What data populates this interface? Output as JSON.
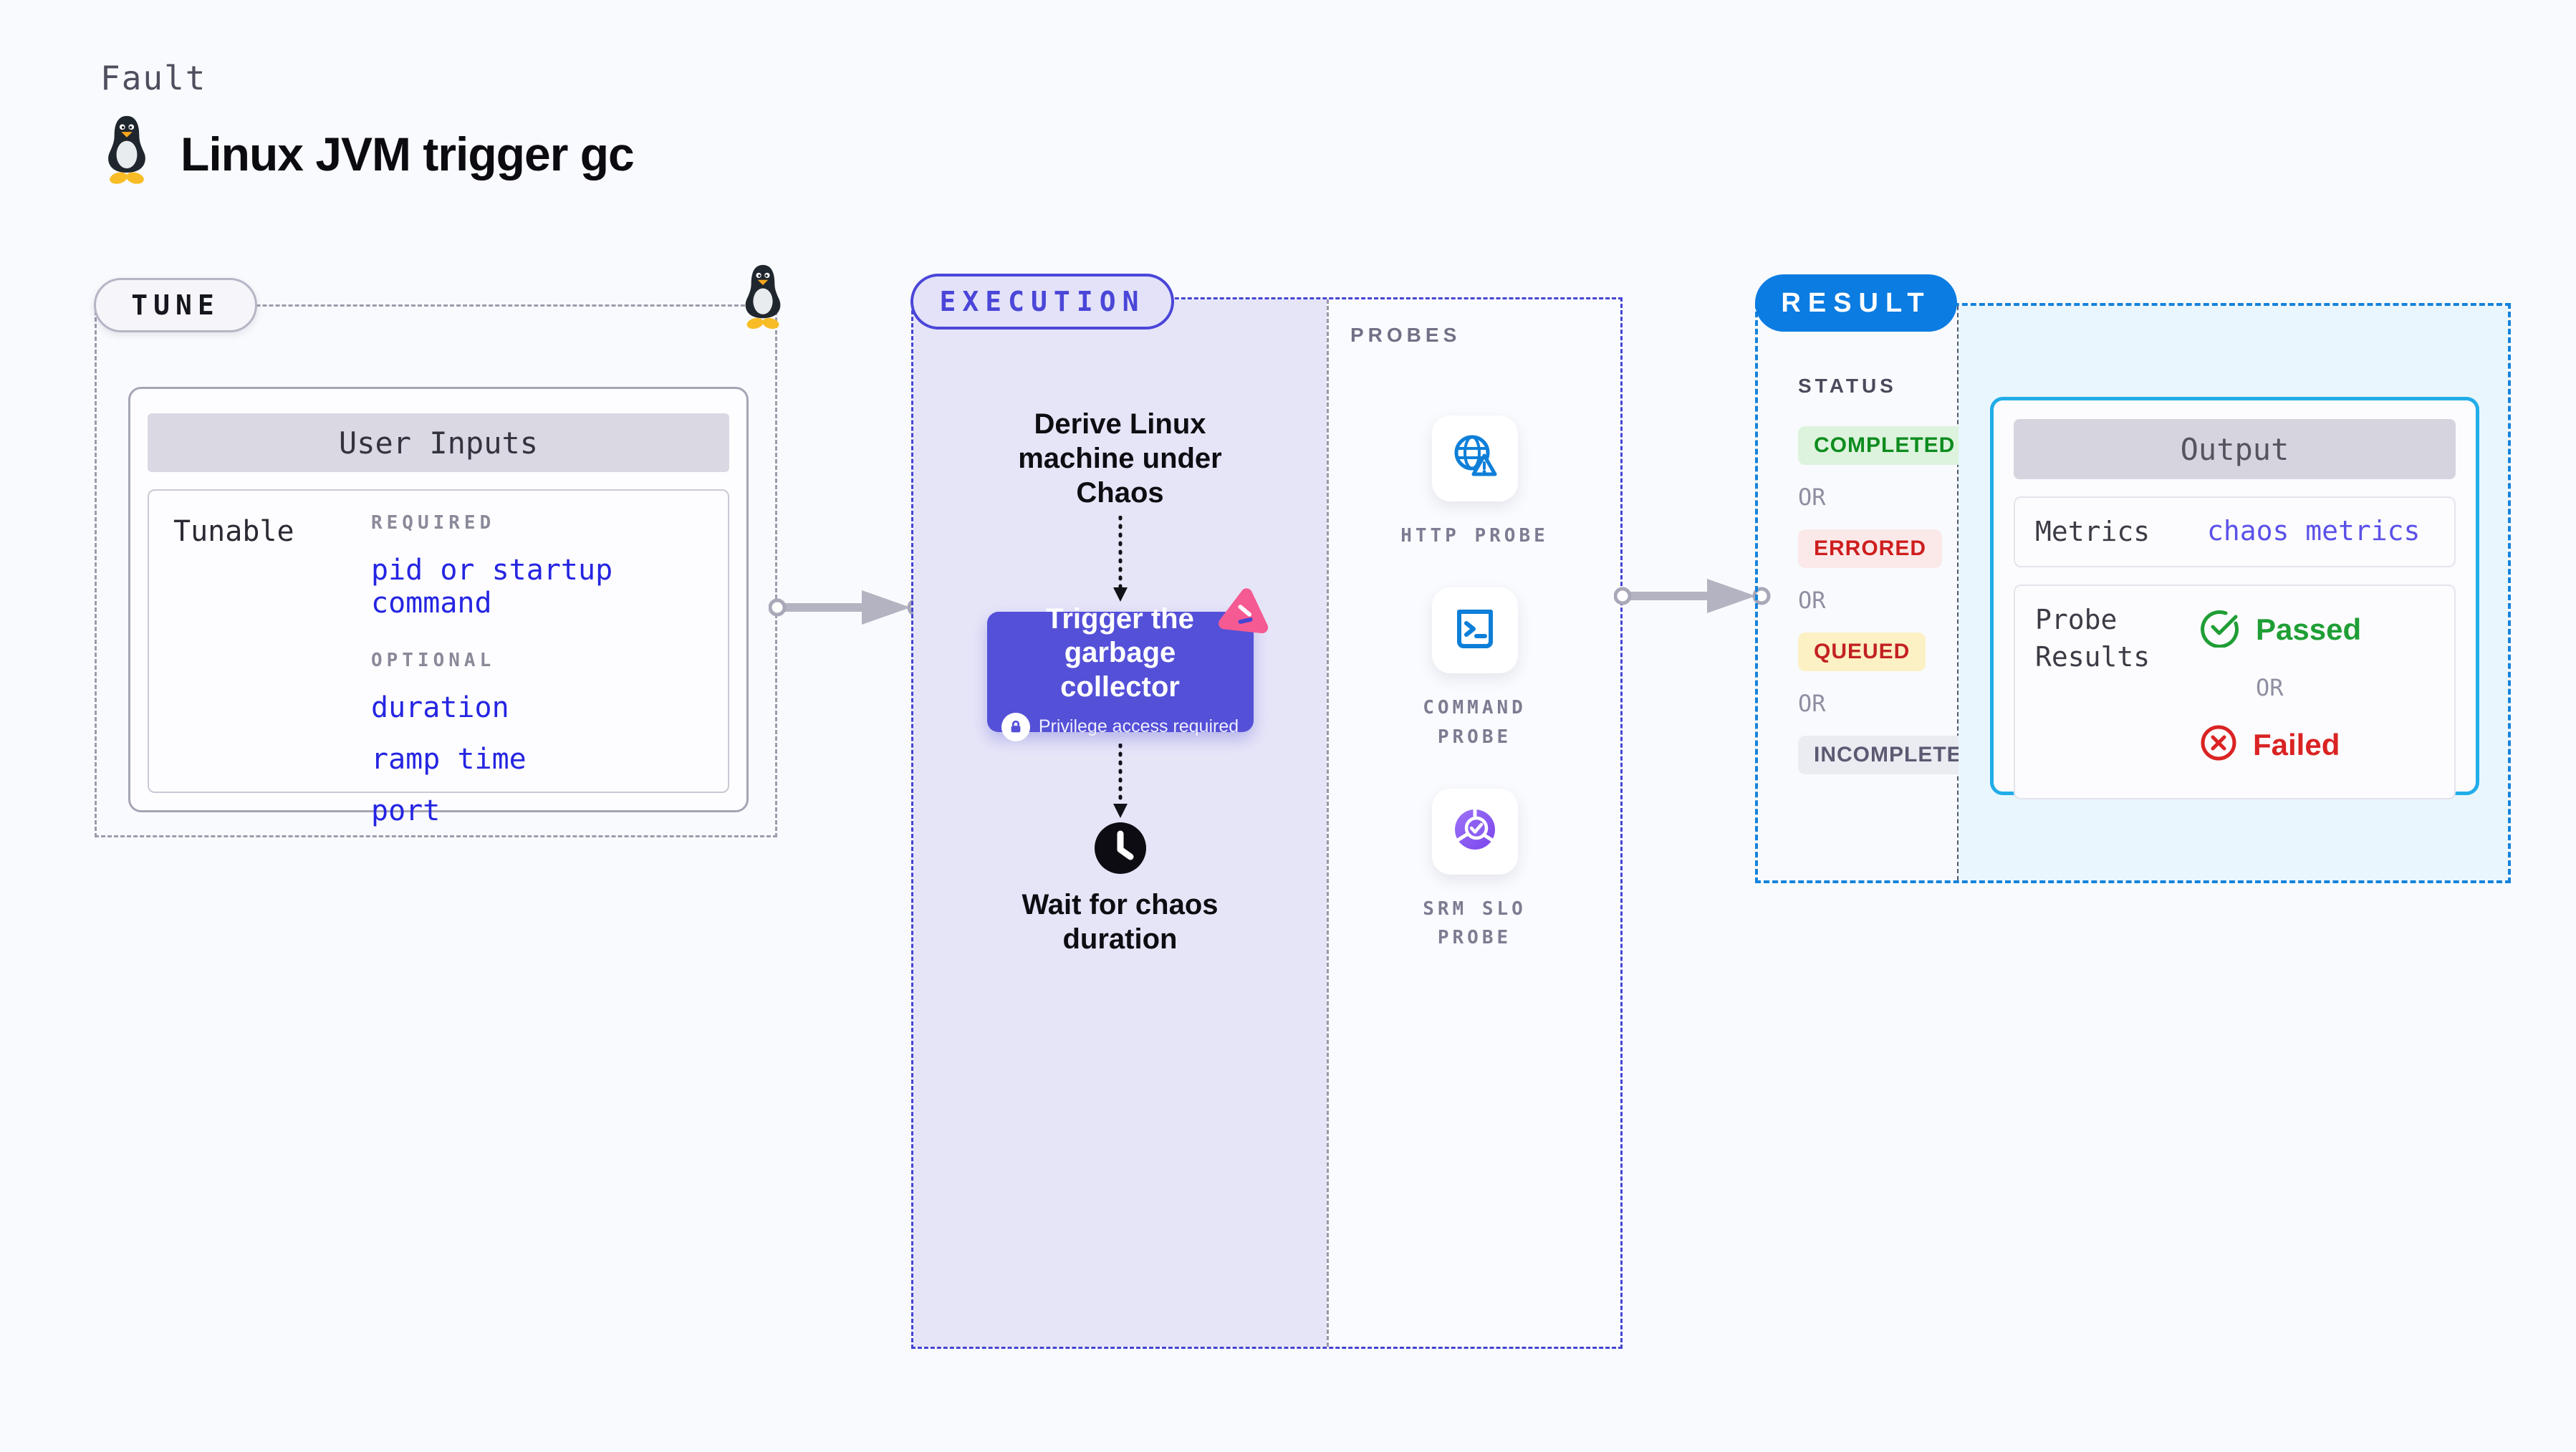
{
  "header": {
    "kicker": "Fault",
    "title": "Linux JVM trigger gc",
    "icon": "tux-penguin-icon"
  },
  "tune": {
    "badge": "TUNE",
    "card_title": "User Inputs",
    "row_label": "Tunable",
    "required_label": "REQUIRED",
    "required_params": [
      "pid or startup command"
    ],
    "optional_label": "OPTIONAL",
    "optional_params": [
      "duration",
      "ramp time",
      "port"
    ]
  },
  "execution": {
    "badge": "EXECUTION",
    "derive_text": "Derive Linux machine under Chaos",
    "trigger_label": "Trigger the garbage collector",
    "privilege_note": "Privilege access required",
    "wait_label": "Wait for chaos duration",
    "probes": {
      "heading": "PROBES",
      "items": [
        {
          "label": "HTTP PROBE",
          "icon": "globe-alert-icon"
        },
        {
          "label": "COMMAND PROBE",
          "icon": "terminal-icon"
        },
        {
          "label": "SRM SLO PROBE",
          "icon": "slo-donut-icon"
        }
      ]
    }
  },
  "result": {
    "badge": "RESULT",
    "status_heading": "STATUS",
    "or_label": "OR",
    "statuses": [
      {
        "label": "COMPLETED",
        "style": "background:#ddf3de;color:#0e8c1e"
      },
      {
        "label": "ERRORED",
        "style": "background:#fbe9e9;color:#ce1e1e"
      },
      {
        "label": "QUEUED",
        "style": "background:#fcf0c5;color:#c32222"
      },
      {
        "label": "INCOMPLETED",
        "style": "background:#ebebf2;color:#5a5a72"
      }
    ],
    "output": {
      "title": "Output",
      "metrics_label": "Metrics",
      "metrics_value": "chaos metrics",
      "probe_results_label": "Probe Results",
      "passed_label": "Passed",
      "failed_label": "Failed"
    }
  },
  "colors": {
    "page_bg": "#f9fafd",
    "accent_purple": "#5450d8",
    "execution_border": "#4545d2",
    "execution_bg": "#e6e5f8",
    "result_blue": "#0b7ce2",
    "output_border_cyan": "#21ade8",
    "output_panel_bg": "#e9f6fd",
    "probe_icon_blue": "#0d7fd9",
    "slo_purple": "#8d5ff2",
    "pink_badge": "#f65a92",
    "param_blue": "#2525e2",
    "metrics_value_purple": "#5b51e8",
    "passed_green": "#1f9e35",
    "failed_red": "#da2323",
    "arrow_gray": "#b3b3c1"
  }
}
